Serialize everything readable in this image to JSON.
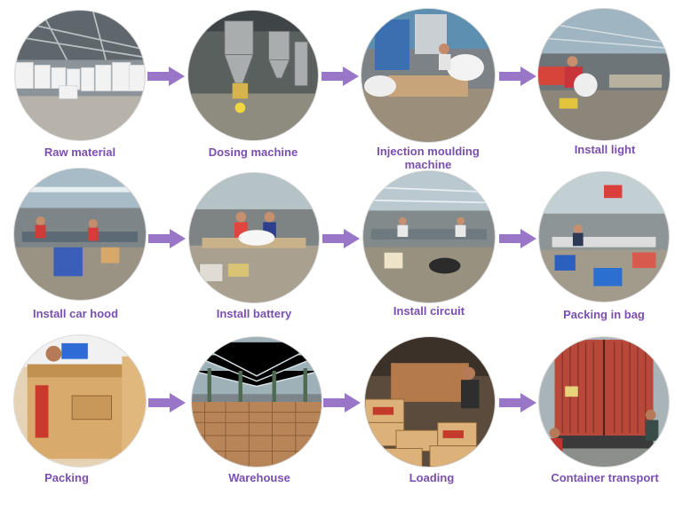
{
  "colors": {
    "label": "#7a4fae",
    "arrow": "#9a76c9"
  },
  "steps": [
    {
      "label": "Raw material",
      "scene": "warehouse-sacks-photo"
    },
    {
      "label": "Dosing machine",
      "scene": "hopper-machine-photo"
    },
    {
      "label": "Injection moulding\nmachine",
      "scene": "injection-machine-photo"
    },
    {
      "label": "Install light",
      "scene": "workers-at-bench-photo"
    },
    {
      "label": "Install car hood",
      "scene": "assembly-line-photo"
    },
    {
      "label": "Install battery",
      "scene": "workers-with-parts-photo"
    },
    {
      "label": "Install circuit",
      "scene": "workshop-floor-photo"
    },
    {
      "label": "Packing in bag",
      "scene": "packing-area-photo"
    },
    {
      "label": "Packing",
      "scene": "worker-with-carton-photo"
    },
    {
      "label": "Warehouse",
      "scene": "stacked-cartons-hall-photo"
    },
    {
      "label": "Loading",
      "scene": "worker-loading-cartons-photo"
    },
    {
      "label": "Container transport",
      "scene": "shipping-container-photo"
    }
  ],
  "arrow_icon": "right-arrow-icon"
}
